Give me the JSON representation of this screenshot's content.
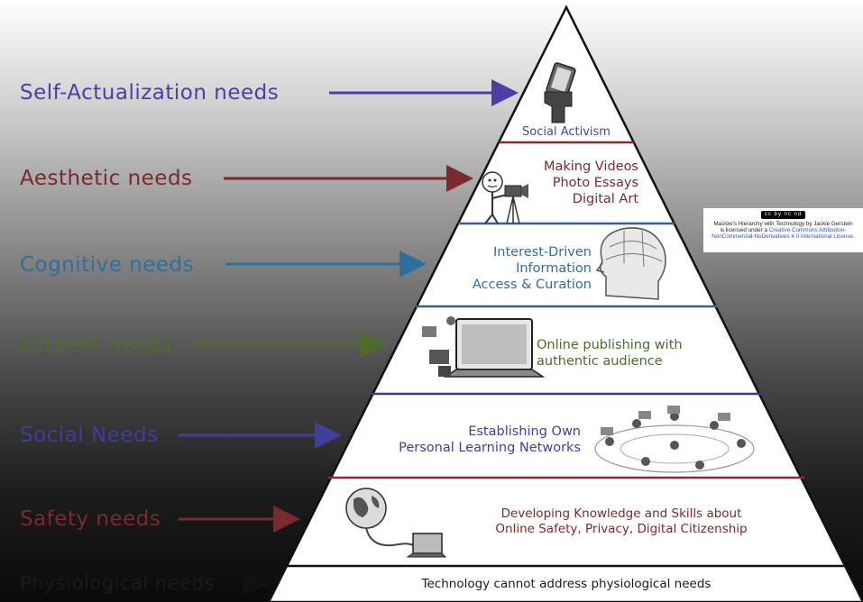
{
  "needs": [
    {
      "label": "Self-Actualization needs",
      "color": "#4b3fa6"
    },
    {
      "label": "Aesthetic needs",
      "color": "#7a2a2e"
    },
    {
      "label": "Cognitive needs",
      "color": "#2f6f9e"
    },
    {
      "label": "Esteem needs",
      "color": "#4f6b2a"
    },
    {
      "label": "Social Needs",
      "color": "#3f3f9a"
    },
    {
      "label": "Safety needs",
      "color": "#7a2a2e"
    },
    {
      "label": "Physiological needs",
      "color": "#1a1a1a"
    }
  ],
  "tiers": {
    "self_actualization": {
      "lines": [
        "Social Activism"
      ],
      "color": "#4b3fa6"
    },
    "aesthetic": {
      "lines": [
        "Making Videos",
        "Photo Essays",
        "Digital Art"
      ],
      "color": "#7a2a2e"
    },
    "cognitive": {
      "lines": [
        "Interest-Driven",
        "Information",
        "Access & Curation"
      ],
      "color": "#2f6f9e"
    },
    "esteem": {
      "lines": [
        "Online publishing with",
        "authentic audience"
      ],
      "color": "#4f6b2a"
    },
    "social": {
      "lines": [
        "Establishing Own",
        "Personal Learning Networks"
      ],
      "color": "#3f3f9a"
    },
    "safety": {
      "lines": [
        "Developing Knowledge and Skills about",
        "Online Safety, Privacy, Digital Citizenship"
      ],
      "color": "#7a2a2e"
    },
    "physiological": {
      "lines": [
        "Technology cannot address physiological needs"
      ],
      "color": "#1a1a1a"
    }
  },
  "license": {
    "badge": "cc by nc nd",
    "line1": "Maslow's Hierarchy with Technology by Jackie Gerstein",
    "line2": "is licensed under a",
    "link1": "Creative Commons Attribution-",
    "link2": "NonCommercial-NoDerivatives 4.0 International License."
  },
  "divider_colors": [
    "#8a2a32",
    "#3a5f8a",
    "#3a5f8a",
    "#3a3a8a",
    "#8a2a32",
    "#111111"
  ]
}
